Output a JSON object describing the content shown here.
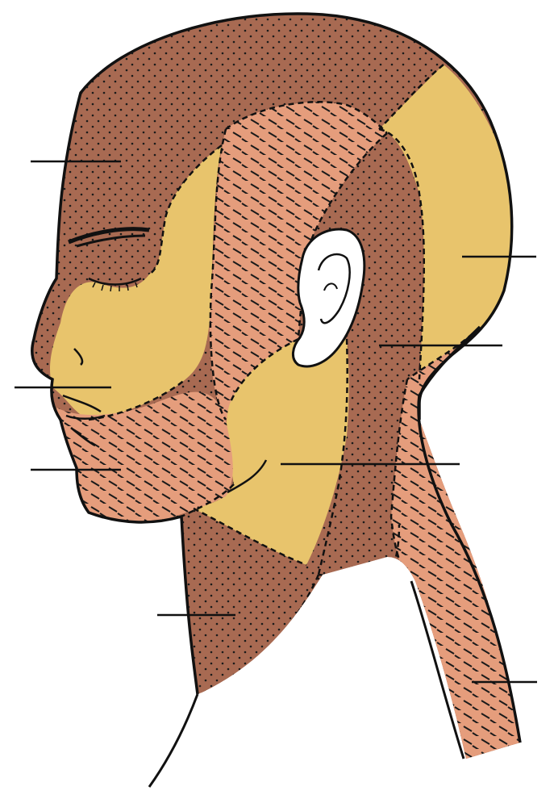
{
  "colors": {
    "background": "#ffffff",
    "outline": "#111111",
    "region_dark_brown": "#a86a52",
    "region_yellow": "#e8c46c",
    "region_salmon": "#e59d7c",
    "ear": "#ffffff"
  },
  "patterns": {
    "dark_brown": "stippled-dots",
    "salmon": "dashed-hatching",
    "yellow": "plain"
  },
  "regions": [
    {
      "id": "scalp-forehead",
      "fill": "dark_brown"
    },
    {
      "id": "cheek-front",
      "fill": "yellow"
    },
    {
      "id": "temple-band",
      "fill": "salmon"
    },
    {
      "id": "occipital",
      "fill": "yellow"
    },
    {
      "id": "retroauricular",
      "fill": "dark_brown"
    },
    {
      "id": "jaw-angle",
      "fill": "yellow"
    },
    {
      "id": "chin-mandible",
      "fill": "salmon"
    },
    {
      "id": "anterior-neck",
      "fill": "dark_brown"
    },
    {
      "id": "posterior-neck-strip",
      "fill": "salmon"
    }
  ],
  "leader_lines": [
    {
      "id": "forehead"
    },
    {
      "id": "upper-lip"
    },
    {
      "id": "lower-lip"
    },
    {
      "id": "occiput"
    },
    {
      "id": "behind-ear"
    },
    {
      "id": "jaw-angle"
    },
    {
      "id": "anterior-neck"
    },
    {
      "id": "posterior-neck"
    }
  ]
}
